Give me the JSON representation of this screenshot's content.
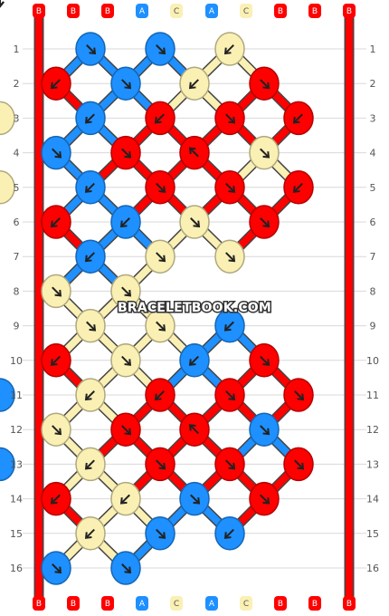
{
  "colors": {
    "A": "#1E90FF",
    "B": "#FF0000",
    "C": "#FAF0B4",
    "grid": "#D8D8D8"
  },
  "strands": {
    "top": [
      "B",
      "B",
      "B",
      "A",
      "C",
      "A",
      "C",
      "B",
      "B",
      "B"
    ],
    "bottom": [
      "B",
      "B",
      "B",
      "A",
      "C",
      "A",
      "C",
      "B",
      "B",
      "B"
    ]
  },
  "row_numbers": [
    "1",
    "2",
    "3",
    "4",
    "5",
    "6",
    "7",
    "8",
    "9",
    "10",
    "11",
    "12",
    "13",
    "14",
    "15",
    "16"
  ],
  "watermark": "BRACELETBOOK.COM",
  "knots": [
    [
      {
        "c": "A",
        "d": "ne"
      },
      {
        "c": "A",
        "d": "ne"
      },
      {
        "c": "C",
        "d": "nw"
      }
    ],
    [
      {
        "c": "B",
        "d": "nw"
      },
      {
        "c": "A",
        "d": "ne"
      },
      {
        "c": "C",
        "d": "nw"
      },
      {
        "c": "B",
        "d": "ne"
      }
    ],
    [
      {
        "c": "A",
        "d": "nw"
      },
      {
        "c": "B",
        "d": "nw"
      },
      {
        "c": "B",
        "d": "ne"
      },
      {
        "c": "B",
        "d": "nw"
      },
      {
        "c": "C",
        "d": "bnw"
      }
    ],
    [
      {
        "c": "A",
        "d": "ne"
      },
      {
        "c": "B",
        "d": "ne"
      },
      {
        "c": "B",
        "d": "bnw"
      },
      {
        "c": "C",
        "d": "ne"
      }
    ],
    [
      {
        "c": "A",
        "d": "nw"
      },
      {
        "c": "B",
        "d": "ne"
      },
      {
        "c": "B",
        "d": "ne"
      },
      {
        "c": "B",
        "d": "nw"
      },
      {
        "c": "C",
        "d": "bnw"
      }
    ],
    [
      {
        "c": "B",
        "d": "nw"
      },
      {
        "c": "A",
        "d": "nw"
      },
      {
        "c": "C",
        "d": "ne"
      },
      {
        "c": "B",
        "d": "ne"
      }
    ],
    [
      {
        "c": "A",
        "d": "nw"
      },
      {
        "c": "C",
        "d": "ne"
      },
      {
        "c": "C",
        "d": "ne"
      }
    ],
    [
      {
        "c": "C",
        "d": "ne"
      },
      {
        "c": "C",
        "d": "ne"
      }
    ],
    [
      {
        "c": "C",
        "d": "ne"
      },
      {
        "c": "C",
        "d": "ne"
      },
      {
        "c": "A",
        "d": "nw"
      }
    ],
    [
      {
        "c": "B",
        "d": "nw"
      },
      {
        "c": "C",
        "d": "ne"
      },
      {
        "c": "A",
        "d": "nw"
      },
      {
        "c": "B",
        "d": "ne"
      }
    ],
    [
      {
        "c": "C",
        "d": "nw"
      },
      {
        "c": "B",
        "d": "nw"
      },
      {
        "c": "B",
        "d": "ne"
      },
      {
        "c": "B",
        "d": "ne"
      },
      {
        "c": "A",
        "d": "nw"
      }
    ],
    [
      {
        "c": "C",
        "d": "ne"
      },
      {
        "c": "B",
        "d": "ne"
      },
      {
        "c": "B",
        "d": "bnw"
      },
      {
        "c": "A",
        "d": "ne"
      }
    ],
    [
      {
        "c": "C",
        "d": "nw"
      },
      {
        "c": "B",
        "d": "ne"
      },
      {
        "c": "B",
        "d": "ne"
      },
      {
        "c": "B",
        "d": "ne"
      },
      {
        "c": "A",
        "d": "nw"
      }
    ],
    [
      {
        "c": "B",
        "d": "nw"
      },
      {
        "c": "C",
        "d": "nw"
      },
      {
        "c": "A",
        "d": "ne"
      },
      {
        "c": "B",
        "d": "ne"
      }
    ],
    [
      {
        "c": "C",
        "d": "nw"
      },
      {
        "c": "A",
        "d": "ne"
      },
      {
        "c": "A",
        "d": "nw"
      }
    ],
    [
      {
        "c": "A",
        "d": "ne"
      },
      {
        "c": "A",
        "d": "ne"
      }
    ]
  ]
}
